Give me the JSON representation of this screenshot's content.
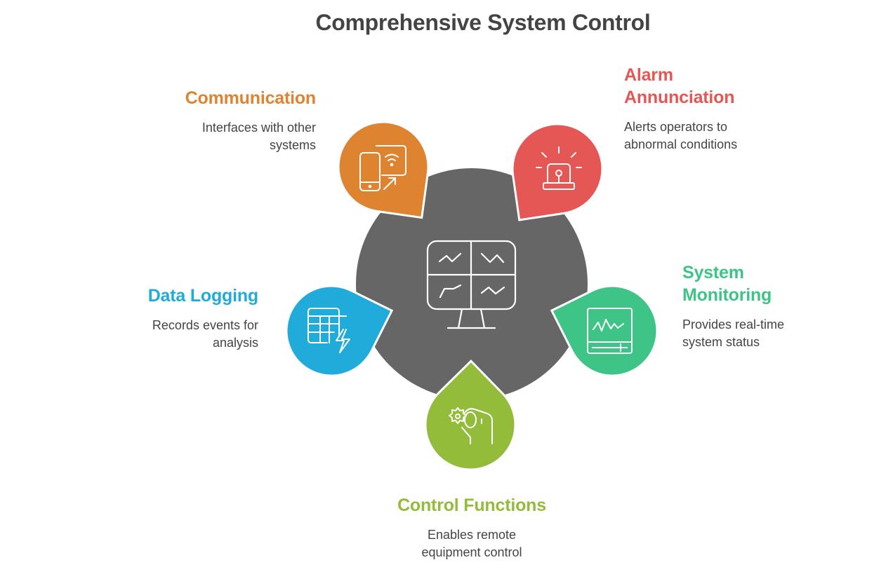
{
  "title": "Comprehensive System Control",
  "center": {
    "icon": "monitor-charts-icon",
    "color": "#666666"
  },
  "items": [
    {
      "id": "communication",
      "title": "Communication",
      "description_lines": [
        "Interfaces with other",
        "systems"
      ],
      "icon": "phone-wifi-share-icon",
      "color": "#DE8431"
    },
    {
      "id": "alarm-annunciation",
      "title_lines": [
        "Alarm",
        "Annunciation"
      ],
      "description_lines": [
        "Alerts operators to",
        "abnormal conditions"
      ],
      "icon": "siren-icon",
      "color": "#E55754"
    },
    {
      "id": "system-monitoring",
      "title_lines": [
        "System",
        "Monitoring"
      ],
      "description_lines": [
        "Provides real-time",
        "system status"
      ],
      "icon": "monitor-waveform-icon",
      "color": "#3EC487"
    },
    {
      "id": "control-functions",
      "title": "Control Functions",
      "description_lines": [
        "Enables remote",
        "equipment control"
      ],
      "icon": "hand-gear-icon",
      "color": "#93BC3A"
    },
    {
      "id": "data-logging",
      "title": "Data Logging",
      "description_lines": [
        "Records events for",
        "analysis"
      ],
      "icon": "table-lightning-icon",
      "color": "#21ABDB"
    }
  ]
}
